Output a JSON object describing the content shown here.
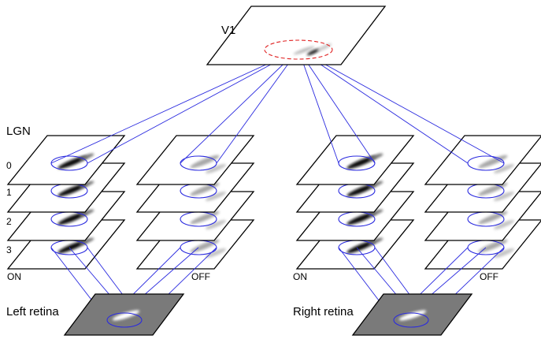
{
  "labels": {
    "v1": "V1",
    "lgn": "LGN",
    "levels": [
      "0",
      "1",
      "2",
      "3"
    ],
    "on": "ON",
    "off": "OFF",
    "left_retina": "Left retina",
    "right_retina": "Right retina"
  },
  "colors": {
    "connection_line": "#2a2adf",
    "v1_receptive_ring": "#e02020",
    "retina_fill": "#7a7a7a",
    "sheet_fill": "#ffffff",
    "on_blob": "#111111",
    "off_blob": "#a8a8a8"
  }
}
